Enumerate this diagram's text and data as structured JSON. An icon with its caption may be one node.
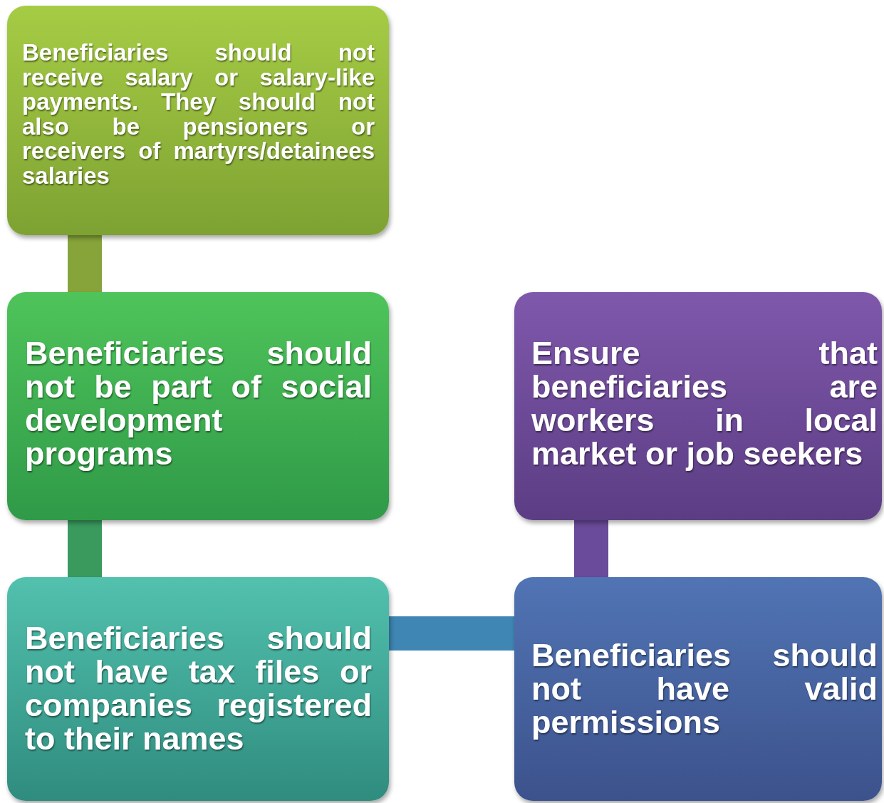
{
  "diagram": {
    "nodes": [
      {
        "text": [
          "Beneficiaries should not receive salary or salary-like payments. They should not also be pensioners or receivers of martyrs/detainees salaries"
        ]
      },
      {
        "text": [
          "Beneficiaries should not be part of social development programs"
        ]
      },
      {
        "text": [
          "Beneficiaries should not have tax files or companies registered to their names"
        ]
      },
      {
        "text": [
          "Ensure that beneficiaries are workers in local market or job seekers"
        ]
      },
      {
        "text": [
          "Beneficiaries should not have valid permissions"
        ]
      }
    ],
    "edges": [
      {
        "from": 0,
        "to": 1,
        "arrow": "none",
        "color": "#86a43a"
      },
      {
        "from": 1,
        "to": 2,
        "arrow": "none",
        "color": "#3a9a5e"
      },
      {
        "from": 2,
        "to": 4,
        "arrow": "none",
        "color": "#3f86b4"
      },
      {
        "from": 3,
        "to": 4,
        "arrow": "none",
        "color": "#6a4a9a"
      }
    ]
  }
}
